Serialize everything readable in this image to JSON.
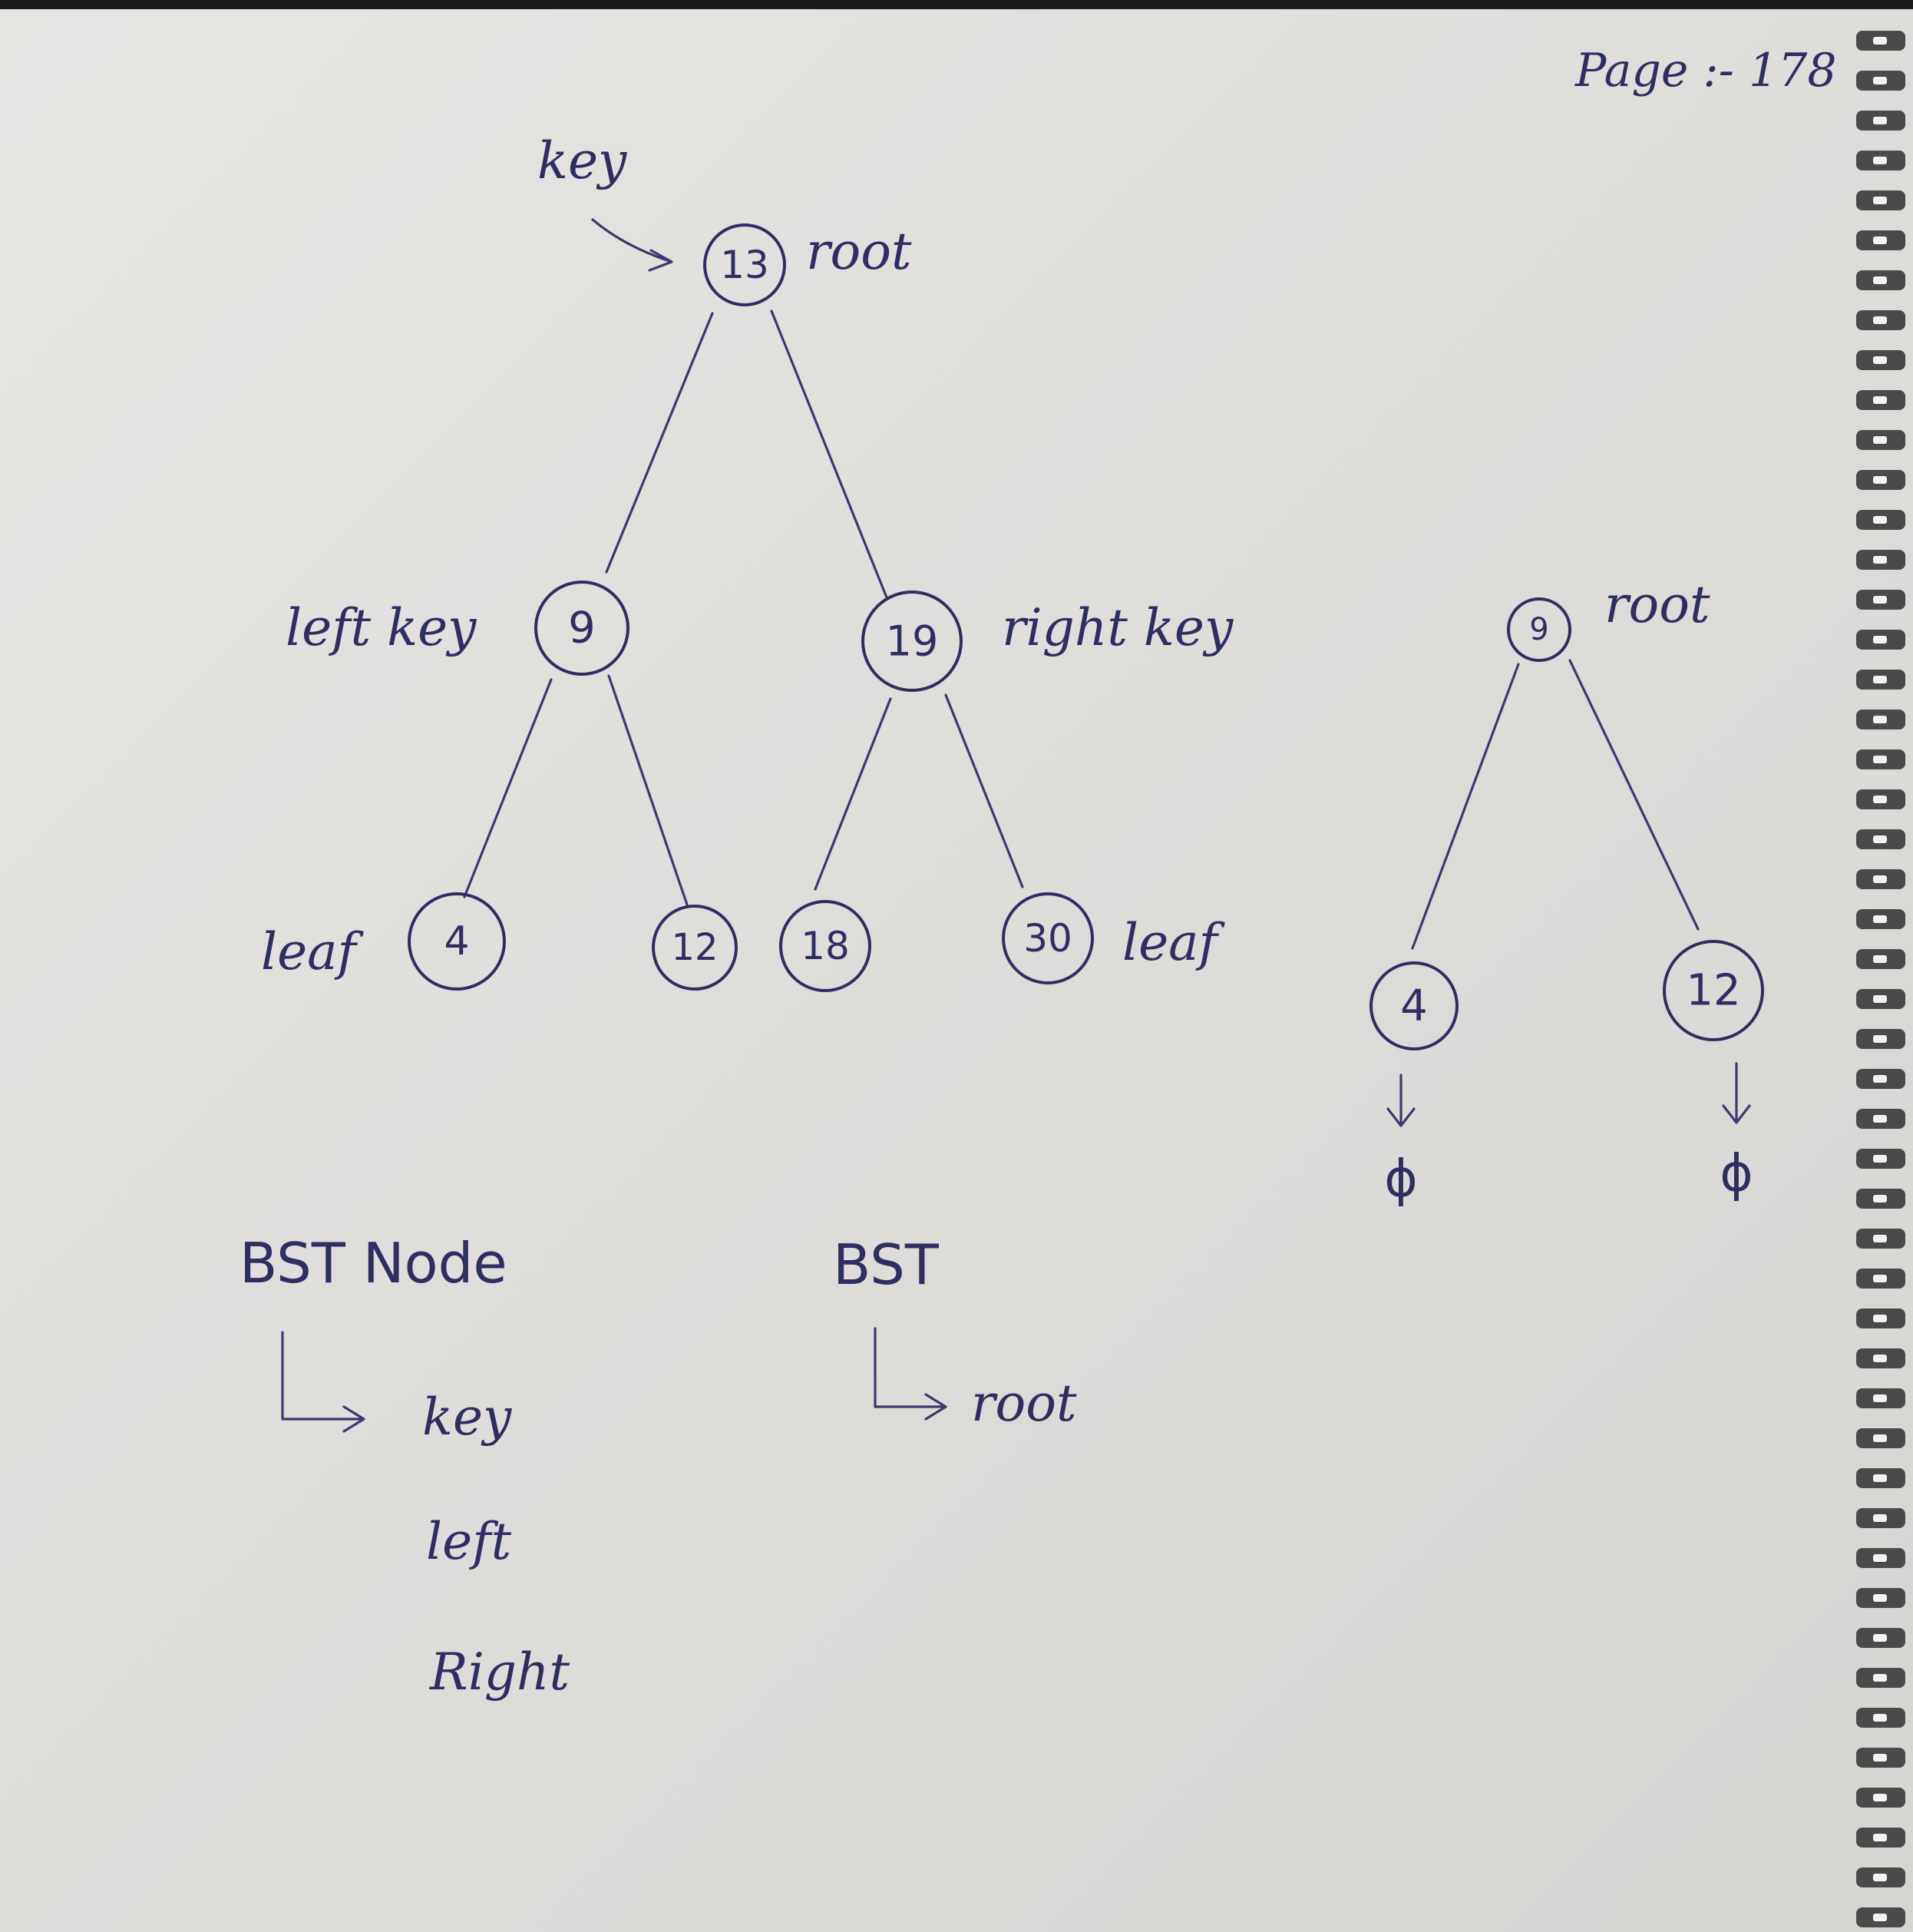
{
  "page_label": "Page :- 178",
  "tree1": {
    "key_label": "key",
    "root_label": "root",
    "left_key_label": "left key",
    "right_key_label": "right key",
    "leaf_label_left": "leaf",
    "leaf_label_right": "leaf",
    "nodes": {
      "root": "13",
      "left": "9",
      "right": "19",
      "ll": "4",
      "lr": "12",
      "rl": "18",
      "rr": "30"
    }
  },
  "tree2": {
    "root_label": "root",
    "nodes": {
      "root": "9",
      "left": "4",
      "right": "12"
    },
    "null_left": "ϕ",
    "null_right": "ϕ"
  },
  "bst_node": {
    "title": "BST Node",
    "fields": [
      "key",
      "left",
      "Right"
    ]
  },
  "bst": {
    "title": "BST",
    "fields": [
      "root"
    ]
  }
}
